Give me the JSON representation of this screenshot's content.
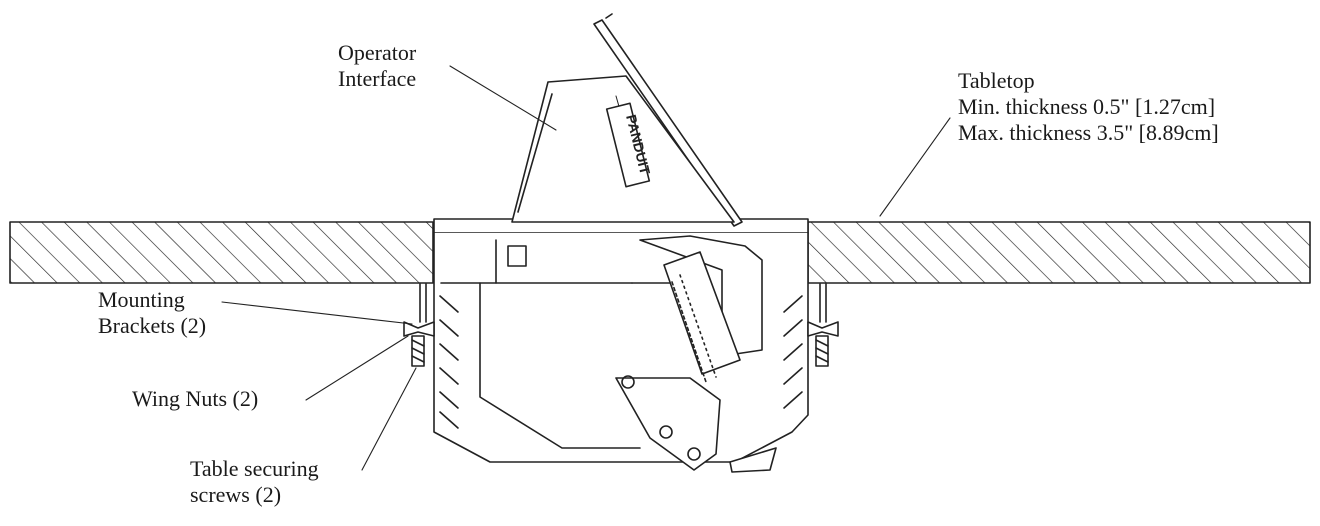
{
  "labels": {
    "operator_interface": [
      "Operator",
      "Interface"
    ],
    "tabletop": [
      "Tabletop",
      "Min. thickness 0.5\" [1.27cm]",
      "Max. thickness 3.5\" [8.89cm]"
    ],
    "mounting_brackets": [
      "Mounting",
      "Brackets (2)"
    ],
    "wing_nuts": [
      "Wing Nuts (2)"
    ],
    "table_securing_screws": [
      "Table securing",
      "screws (2)"
    ]
  },
  "logo_text": "PANDUIT",
  "colors": {
    "line": "#222222",
    "background": "#ffffff"
  }
}
